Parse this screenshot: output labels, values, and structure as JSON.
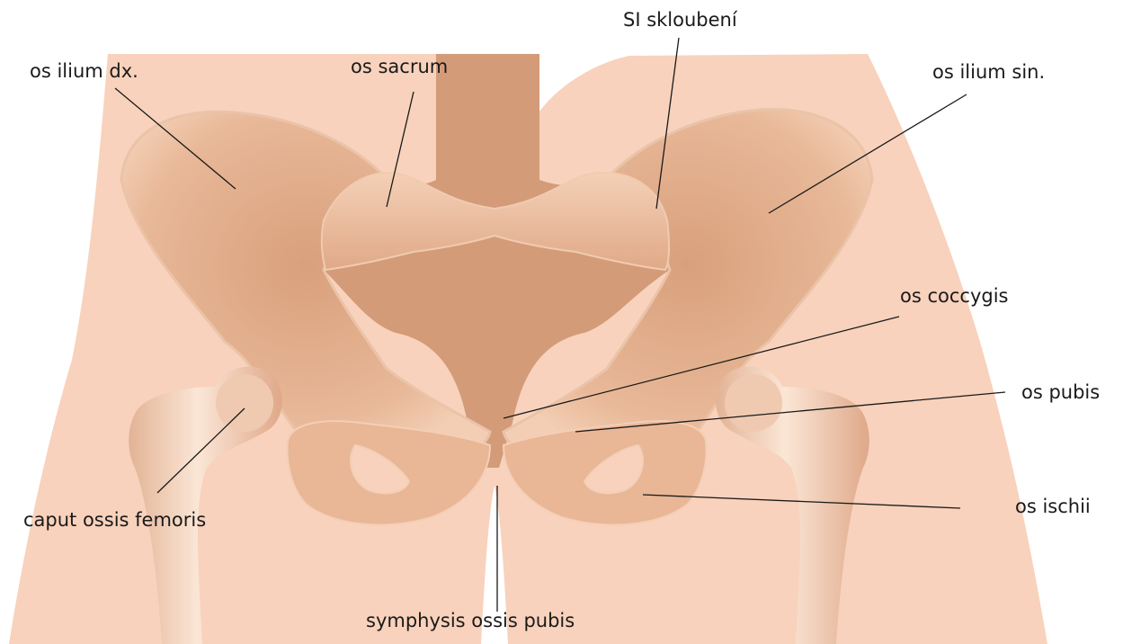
{
  "labels": {
    "si_joint": "SI skloubení",
    "ilium_dx": "os ilium dx.",
    "sacrum": "os sacrum",
    "ilium_sin": "os ilium sin.",
    "coccyx": "os coccygis",
    "pubis": "os pubis",
    "ischium": "os ischii",
    "femoral_head": "caput ossis femoris",
    "symphysis": "symphysis ossis pubis"
  },
  "colors": {
    "background": "#ffffff",
    "skin": "#f8d2bc",
    "bone": "#e5b291",
    "bone_highlight": "#f6d6bf",
    "bone_shadow": "#c98d6c",
    "interior": "#d19974",
    "leader_line": "#1a1a1a"
  }
}
